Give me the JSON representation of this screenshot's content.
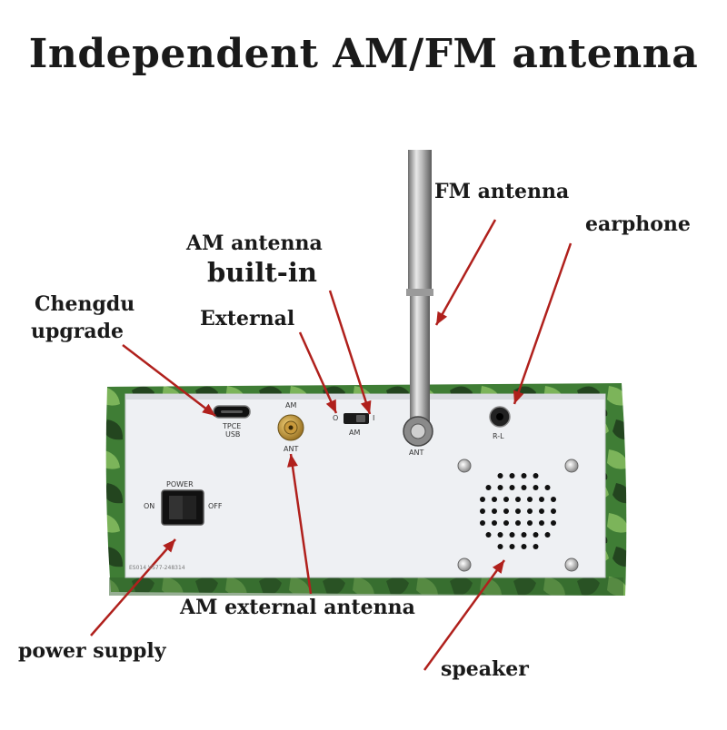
{
  "title": "Independent AM/FM antenna",
  "labels": {
    "fm_antenna": "FM antenna",
    "earphone": "earphone",
    "am_antenna": "AM antenna",
    "built_in": "built-in",
    "chengdu": "Chengdu",
    "upgrade": "upgrade",
    "external": "External",
    "am_external_antenna": "AM external antenna",
    "power_supply": "power supply",
    "speaker": "speaker"
  },
  "panel_text": {
    "am_top": "AM",
    "tpce": "TPCE",
    "usb": "USB",
    "ant_left": "ANT",
    "switch_o": "O",
    "switch_i": "I",
    "switch_am": "AM",
    "ant_center": "ANT",
    "rl": "R-L",
    "power": "POWER",
    "on": "ON",
    "off": "OFF",
    "serial": "ES014    V577-248314"
  },
  "colors": {
    "arrow": "#b0201c",
    "panel": "#eef0f3",
    "camo_base": "#3f7d35",
    "camo_dark": "#23451f",
    "camo_light": "#7cb45a"
  }
}
